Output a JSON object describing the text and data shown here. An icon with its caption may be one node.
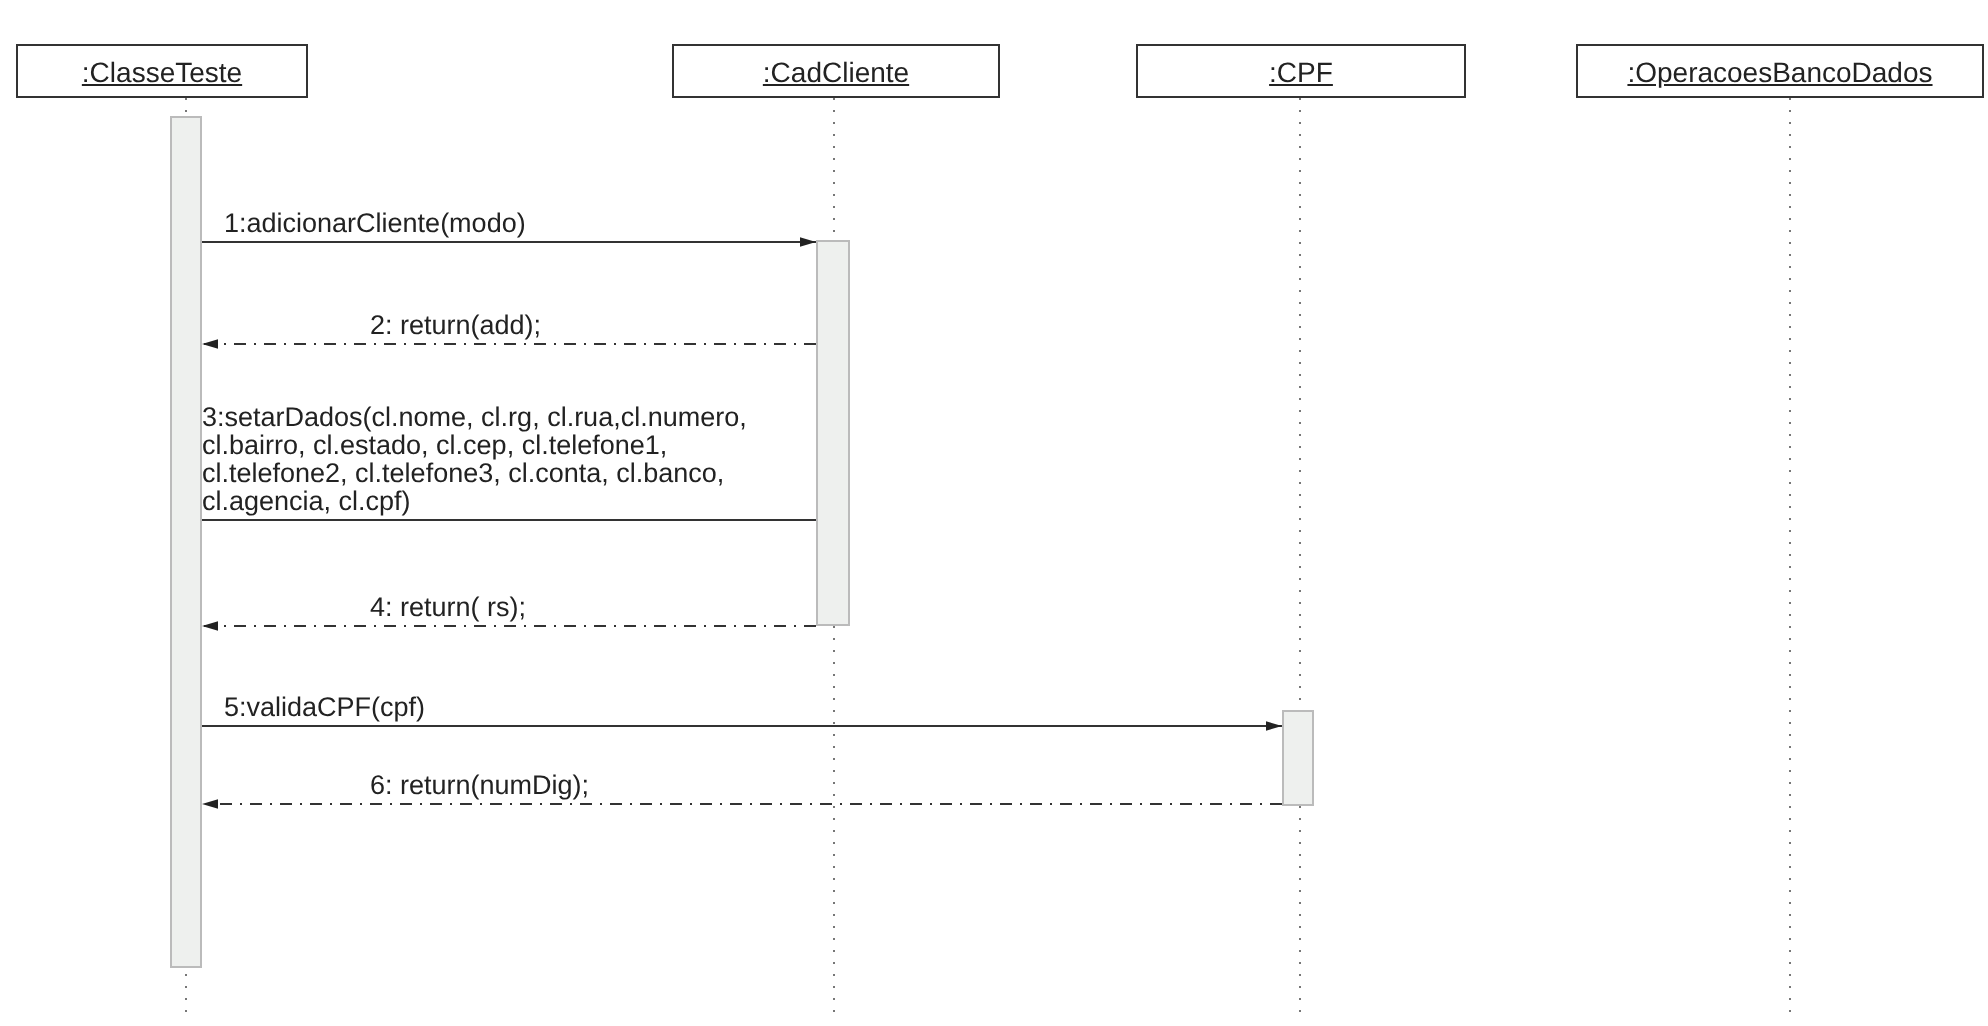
{
  "diagram": {
    "nodes": [
      {
        "text": [
          ":ClasseTeste"
        ]
      },
      {
        "text": [
          ":CadCliente"
        ]
      },
      {
        "text": [
          ":CPF"
        ]
      },
      {
        "text": [
          ":OperacoesBancoDados"
        ]
      },
      {
        "text": [],
        "shape": "bar"
      },
      {
        "text": [],
        "shape": "bar"
      },
      {
        "text": [],
        "shape": "bar"
      }
    ],
    "edges": [
      {
        "from": 4,
        "to": 5,
        "arrow": "to",
        "label": "1:adicionarCliente(modo)"
      },
      {
        "from": 5,
        "to": 4,
        "arrow": "to",
        "label": "2: return(add);",
        "style": "dashed"
      },
      {
        "from": 4,
        "to": 5,
        "arrow": "none",
        "label": "3:setarDados(cl.nome, cl.rg, cl.rua,cl.numero, cl.bairro, cl.estado, cl.cep, cl.telefone1, cl.telefone2, cl.telefone3, cl.conta, cl.banco, cl.agencia, cl.cpf)"
      },
      {
        "from": 5,
        "to": 4,
        "arrow": "to",
        "label": "4: return( rs);",
        "style": "dashed"
      },
      {
        "from": 4,
        "to": 6,
        "arrow": "to",
        "label": "5:validaCPF(cpf)"
      },
      {
        "from": 6,
        "to": 4,
        "arrow": "to",
        "label": "6: return(numDig);",
        "style": "dashed"
      }
    ]
  }
}
